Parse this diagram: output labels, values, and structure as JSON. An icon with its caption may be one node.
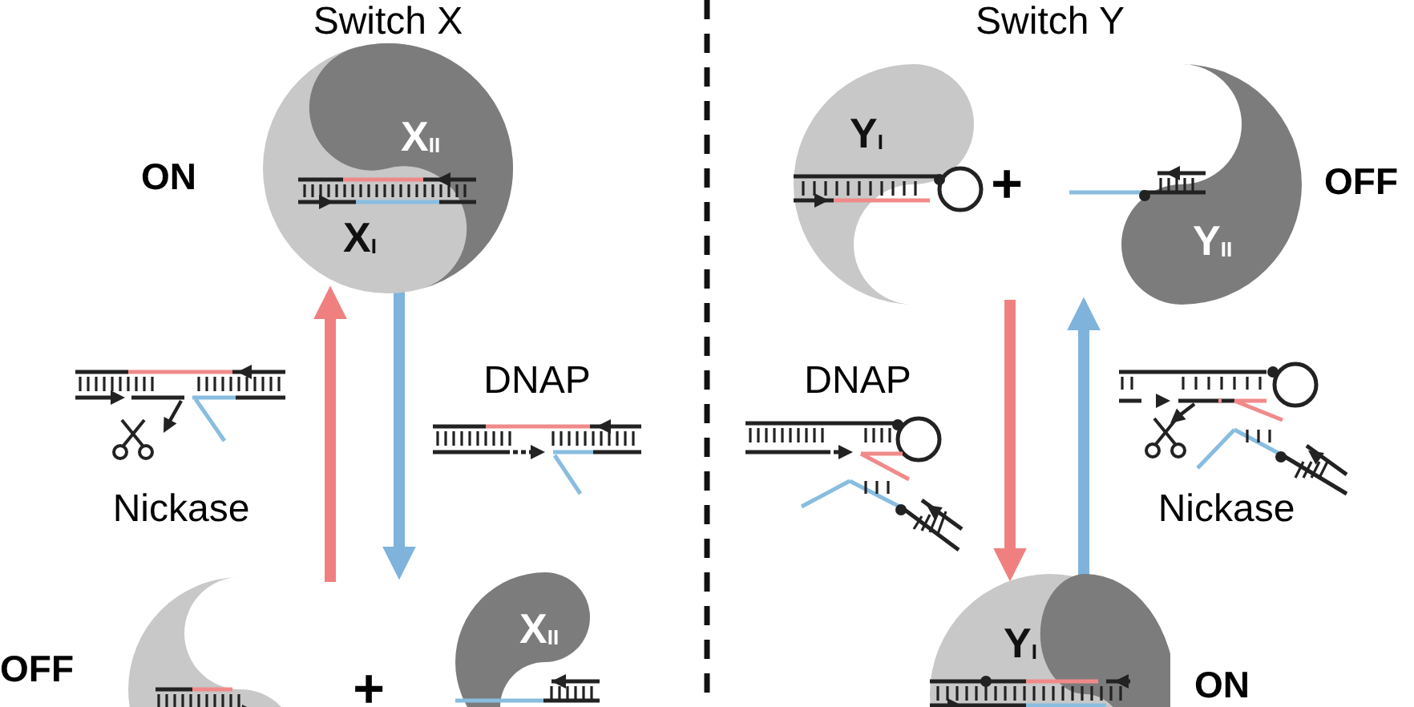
{
  "diagram": {
    "nodes": [
      {
        "text": [
          "X$_{II}$",
          "X$_{I}$"
        ],
        "beside": [
          "ON"
        ]
      },
      {
        "text": [],
        "shape": "crescent"
      },
      {
        "text": [
          "X$_{II}$"
        ]
      },
      {
        "text": [
          "Y$_{I}$"
        ]
      },
      {
        "text": [
          "Y$_{II}$"
        ],
        "beside": [
          "OFF"
        ]
      },
      {
        "text": [
          "Y$_{I}$"
        ],
        "beside": [
          "ON"
        ]
      }
    ],
    "edges": [
      {
        "from": 1,
        "to": 0,
        "arrow": "to",
        "color": "#f08080"
      },
      {
        "from": 0,
        "to": 2,
        "arrow": "to",
        "color": "#7fb3dc"
      },
      {
        "from": 3,
        "to": 5,
        "arrow": "to",
        "color": "#f08080"
      },
      {
        "from": 5,
        "to": 4,
        "arrow": "to",
        "color": "#7fb3dc"
      }
    ],
    "labels": [
      "Switch X",
      "Switch Y",
      "+",
      "DNAP",
      "Nickase",
      "DNAP",
      "Nickase",
      "OFF",
      "+"
    ]
  }
}
